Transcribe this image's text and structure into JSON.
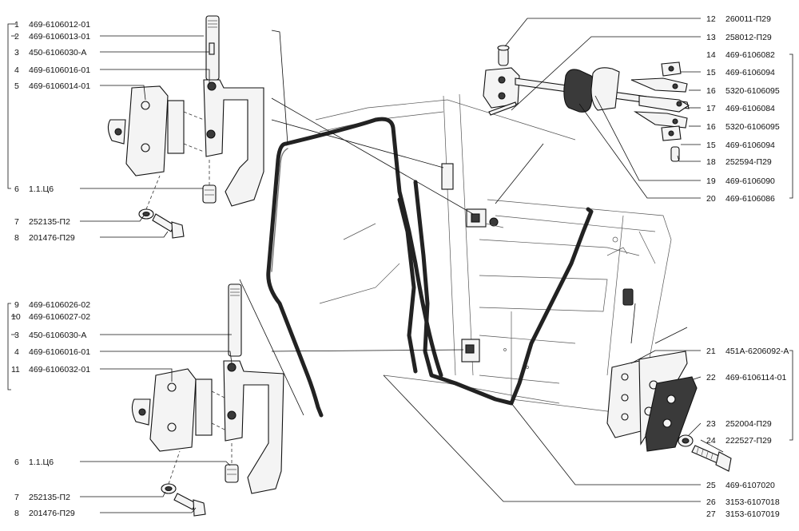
{
  "callouts": [
    {
      "num": "1",
      "code": "469-6106012-01"
    },
    {
      "num": "2",
      "code": "469-6106013-01"
    },
    {
      "num": "3",
      "code": "450-6106030-А"
    },
    {
      "num": "4",
      "code": "469-6106016-01"
    },
    {
      "num": "5",
      "code": "469-6106014-01"
    },
    {
      "num": "6",
      "code": "1.1.Ц6"
    },
    {
      "num": "7",
      "code": "252135-П2"
    },
    {
      "num": "8",
      "code": "201476-П29"
    },
    {
      "num": "9",
      "code": "469-6106026-02"
    },
    {
      "num": "10",
      "code": "469-6106027-02"
    },
    {
      "num": "3",
      "code": "450-6106030-А"
    },
    {
      "num": "4",
      "code": "469-6106016-01"
    },
    {
      "num": "11",
      "code": "469-6106032-01"
    },
    {
      "num": "6",
      "code": "1.1.Ц6"
    },
    {
      "num": "7",
      "code": "252135-П2"
    },
    {
      "num": "8",
      "code": "201476-П29"
    },
    {
      "num": "12",
      "code": "260011-П29"
    },
    {
      "num": "13",
      "code": "258012-П29"
    },
    {
      "num": "14",
      "code": "469-6106082"
    },
    {
      "num": "15",
      "code": "469-6106094"
    },
    {
      "num": "16",
      "code": "5320-6106095"
    },
    {
      "num": "17",
      "code": "469-6106084"
    },
    {
      "num": "16",
      "code": "5320-6106095"
    },
    {
      "num": "15",
      "code": "469-6106094"
    },
    {
      "num": "18",
      "code": "252594-П29"
    },
    {
      "num": "19",
      "code": "469-6106090"
    },
    {
      "num": "20",
      "code": "469-6106086"
    },
    {
      "num": "21",
      "code": "451А-6206092-А"
    },
    {
      "num": "22",
      "code": "469-6106114-01"
    },
    {
      "num": "23",
      "code": "252004-П29"
    },
    {
      "num": "24",
      "code": "222527-П29"
    },
    {
      "num": "25",
      "code": "469-6107020"
    },
    {
      "num": "26",
      "code": "3153-6107018"
    },
    {
      "num": "27",
      "code": "3153-6107019"
    }
  ]
}
